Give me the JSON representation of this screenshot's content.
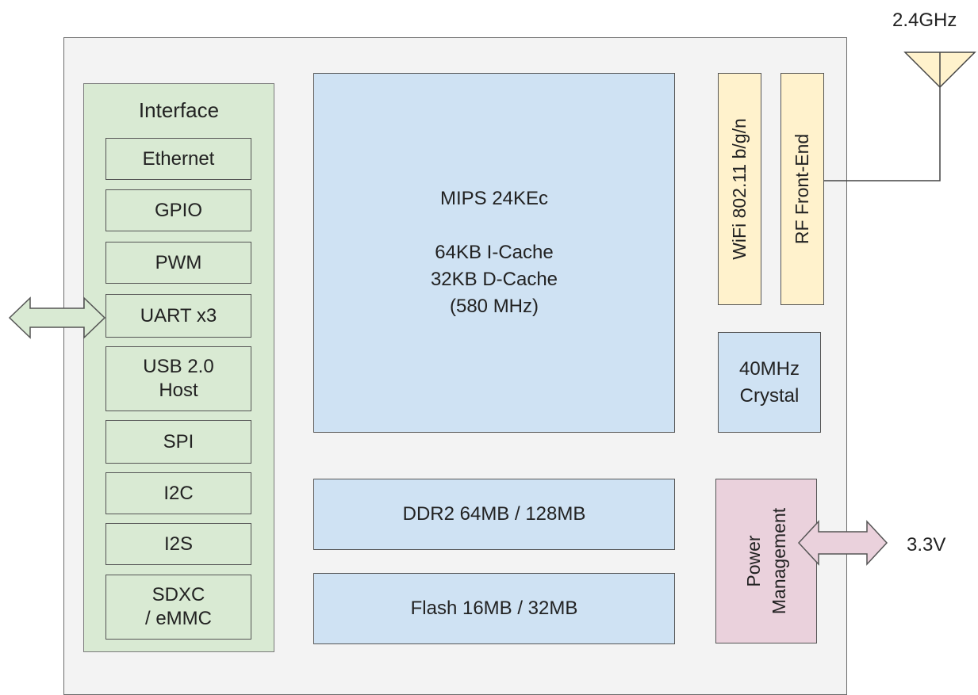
{
  "interface": {
    "title": "Interface",
    "items": [
      {
        "label": "Ethernet"
      },
      {
        "label": "GPIO"
      },
      {
        "label": "PWM"
      },
      {
        "label": "UART x3"
      },
      {
        "label": "USB 2.0\nHost"
      },
      {
        "label": "SPI"
      },
      {
        "label": "I2C"
      },
      {
        "label": "I2S"
      },
      {
        "label": "SDXC\n/ eMMC"
      }
    ]
  },
  "cpu": {
    "line1": "MIPS 24KEc",
    "line2": "64KB I-Cache",
    "line3": "32KB D-Cache",
    "line4": "(580 MHz)"
  },
  "memory": {
    "ddr": "DDR2 64MB / 128MB",
    "flash": "Flash 16MB / 32MB"
  },
  "radio": {
    "wifi": "WiFi 802.11 b/g/n",
    "rf": "RF Front-End",
    "antenna_label": "2.4GHz"
  },
  "crystal": {
    "line1": "40MHz",
    "line2": "Crystal"
  },
  "power": {
    "line1": "Power",
    "line2": "Management",
    "voltage_label": "3.3V"
  },
  "colors": {
    "interface_fill": "#d9ead3",
    "blue_fill": "#cfe2f3",
    "yellow_fill": "#fff2cc",
    "pink_fill": "#ead1dc",
    "chip_fill": "#f3f3f3"
  }
}
